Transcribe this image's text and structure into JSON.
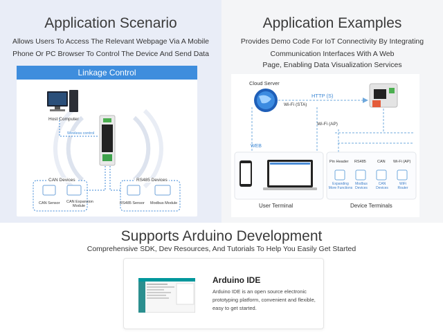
{
  "left": {
    "title": "Application Scenario",
    "subtitle_line1": "Allows Users To Access The Relevant Webpage Via A Mobile",
    "subtitle_line2": "Phone Or PC Browser To Control The Device And Send Data",
    "card_header": "Linkage Control",
    "host_computer": "Host Computer",
    "wireless_control": "Wireless control",
    "can_devices": "CAN Devices",
    "rs485_devices": "RS485 Devices",
    "can_sensor": "CAN Sensor",
    "can_expansion_1": "CAN Expansion",
    "can_expansion_2": "Module",
    "rs485_sensor": "RS485 Sensor",
    "modbus_module": "Modbus Module"
  },
  "right": {
    "title": "Application Examples",
    "subtitle_line1": "Provides Demo Code For IoT Connectivity By Integrating",
    "subtitle_line2": "Communication Interfaces With A Web",
    "subtitle_line3": "Page, Enabling Data Visualization Services",
    "cloud_server": "Cloud Server",
    "http": "HTTP (S)",
    "wifi_sta": "Wi-Fi (STA)",
    "wifi_ap": "Wi-Fi (AP)",
    "web": "WEB",
    "user_terminal": "User Terminal",
    "device_terminals": "Device Terminals",
    "dev_cols": [
      {
        "head": "Pin Header",
        "sub1": "Expanding",
        "sub2": "More Functions"
      },
      {
        "head": "RS485",
        "sub1": "Modbus",
        "sub2": "Devices"
      },
      {
        "head": "CAN",
        "sub1": "CAN",
        "sub2": "Devices"
      },
      {
        "head": "Wi-Fi (AP)",
        "sub1": "WiFi",
        "sub2": "Router"
      }
    ]
  },
  "arduino": {
    "title": "Supports Arduino Development",
    "subtitle": "Comprehensive SDK, Dev Resources, And Tutorials To Help You Easily Get Started",
    "card_title": "Arduino IDE",
    "card_desc": "Arduino IDE is an open source electronic prototyping platform, convenient and flexible, easy to get started."
  },
  "colors": {
    "accent": "#3e8ddd",
    "left_bg": "#e9edf7",
    "right_bg": "#f4f5f7",
    "device_green": "#4caf50"
  }
}
